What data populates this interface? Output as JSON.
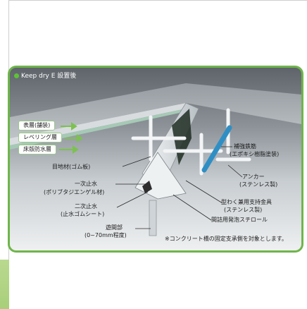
{
  "panel": {
    "title": "Keep dry E 設置後"
  },
  "layers": [
    {
      "label": "表層(舗装)"
    },
    {
      "label": "レベリング層"
    },
    {
      "label": "床版防水層"
    }
  ],
  "callouts": {
    "joint_material": "目地材(ゴム板)",
    "primary_seal_1": "一次止水",
    "primary_seal_2": "(ポリブタジエンゲル材)",
    "secondary_seal_1": "二次止水",
    "secondary_seal_2": "(止水ゴムシート)",
    "gap_1": "遊間部",
    "gap_2": "(0~70mm程度)",
    "rebar_1": "補強鉄筋",
    "rebar_2": "(エポキシ樹脂塗装)",
    "anchor_1": "アンカー",
    "anchor_2": "(ステンレス製)",
    "frame_1": "型わく兼用支持金具",
    "frame_2": "(ステンレス製)",
    "styrofoam": "間詰用発泡スチロール"
  },
  "footnote": "※コンクリート橋の固定支承側を対象とします。",
  "colors": {
    "frame_green": "#6fb54a",
    "rebar_blue": "#2f8fc4",
    "tag_arrow_green": "#7cc24f"
  }
}
